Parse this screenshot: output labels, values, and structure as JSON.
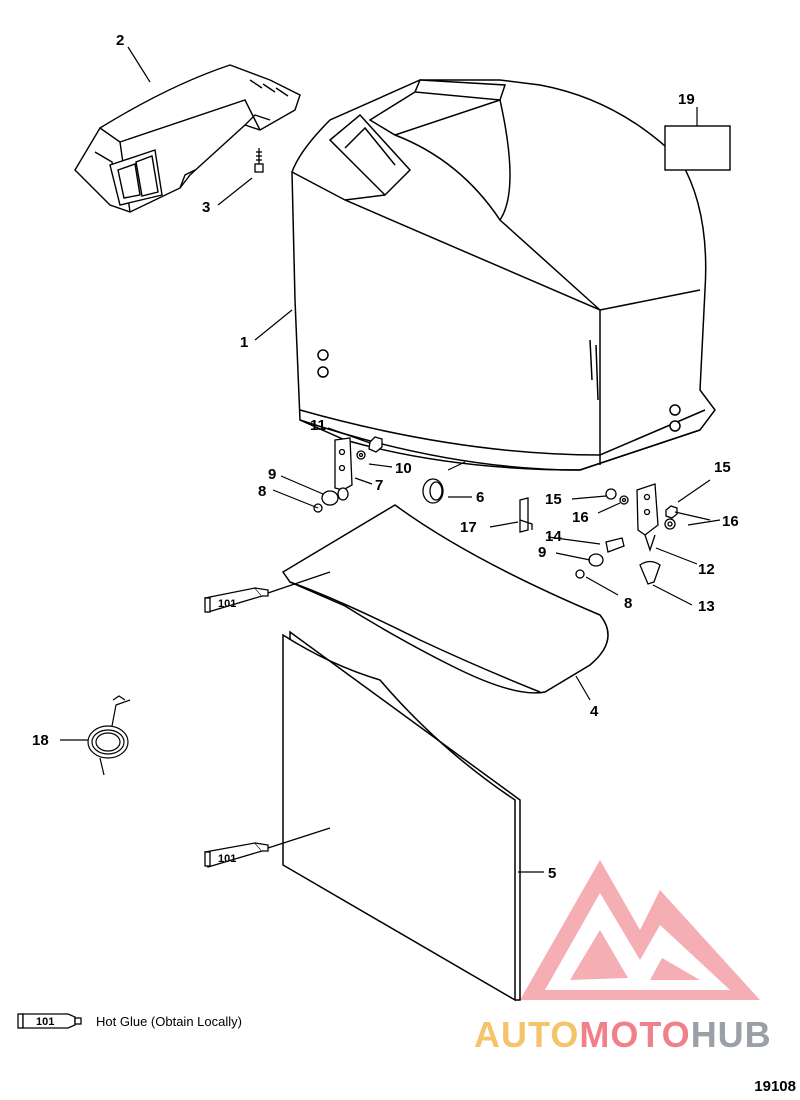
{
  "callouts": [
    {
      "id": "c1",
      "label": "1"
    },
    {
      "id": "c2",
      "label": "2"
    },
    {
      "id": "c3",
      "label": "3"
    },
    {
      "id": "c4",
      "label": "4"
    },
    {
      "id": "c5",
      "label": "5"
    },
    {
      "id": "c6",
      "label": "6"
    },
    {
      "id": "c7",
      "label": "7"
    },
    {
      "id": "c8a",
      "label": "8"
    },
    {
      "id": "c8b",
      "label": "8"
    },
    {
      "id": "c9a",
      "label": "9"
    },
    {
      "id": "c9b",
      "label": "9"
    },
    {
      "id": "c10",
      "label": "10"
    },
    {
      "id": "c11",
      "label": "11"
    },
    {
      "id": "c12",
      "label": "12"
    },
    {
      "id": "c13",
      "label": "13"
    },
    {
      "id": "c14",
      "label": "14"
    },
    {
      "id": "c15a",
      "label": "15"
    },
    {
      "id": "c15b",
      "label": "15"
    },
    {
      "id": "c16a",
      "label": "16"
    },
    {
      "id": "c16b",
      "label": "16"
    },
    {
      "id": "c17",
      "label": "17"
    },
    {
      "id": "c18",
      "label": "18"
    },
    {
      "id": "c19",
      "label": "19"
    }
  ],
  "tube_label": "101",
  "legend": {
    "code": "101",
    "text": "Hot Glue (Obtain Locally)"
  },
  "figure_id": "19108",
  "watermark": {
    "part1": "AUTO",
    "part2": "MOTO",
    "part3": "HUB",
    "color_triangle": "#f26d7d",
    "color_auto": "#f5c36a",
    "color_moto": "#f0808a",
    "color_hub": "#9aa0a6"
  }
}
